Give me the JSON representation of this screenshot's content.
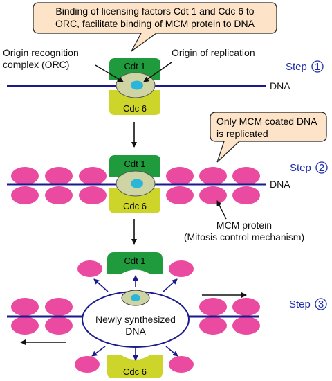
{
  "callout_1": {
    "line_1": "Binding of licensing factors Cdt 1 and Cdc 6 to",
    "line_2": "ORC, facilitate binding of MCM protein to DNA"
  },
  "callout_2": {
    "line_1": "Only MCM coated DNA",
    "line_2": "is replicated"
  },
  "labels": {
    "orc_line_1": "Origin recognition",
    "orc_line_2": "complex (ORC)",
    "origin": "Origin of replication",
    "dna_1": "DNA",
    "dna_2": "DNA",
    "mcm_line_1": "MCM protein",
    "mcm_line_2": "(Mitosis control mechanism)",
    "newly_line_1": "Newly synthesized",
    "newly_line_2": "DNA"
  },
  "proteins": {
    "cdt1_step1": "Cdt 1",
    "cdc6_step1": "Cdc 6",
    "cdt1_step2": "Cdt 1",
    "cdc6_step2": "Cdc 6",
    "cdt1_step3": "Cdt 1",
    "cdc6_step3": "Cdc 6"
  },
  "steps": {
    "step1": {
      "label": "Step",
      "number": "1"
    },
    "step2": {
      "label": "Step",
      "number": "2"
    },
    "step3": {
      "label": "Step",
      "number": "3"
    }
  },
  "colors": {
    "dna": "#1a1a8c",
    "cdt1": "#1f9a3c",
    "cdc6": "#cdd42a",
    "mcm": "#ea4aa0",
    "orc": "#cfd4a4",
    "origin": "#2ab6d8",
    "callout": "#fde4c8",
    "step_text": "#1f2ea8"
  }
}
